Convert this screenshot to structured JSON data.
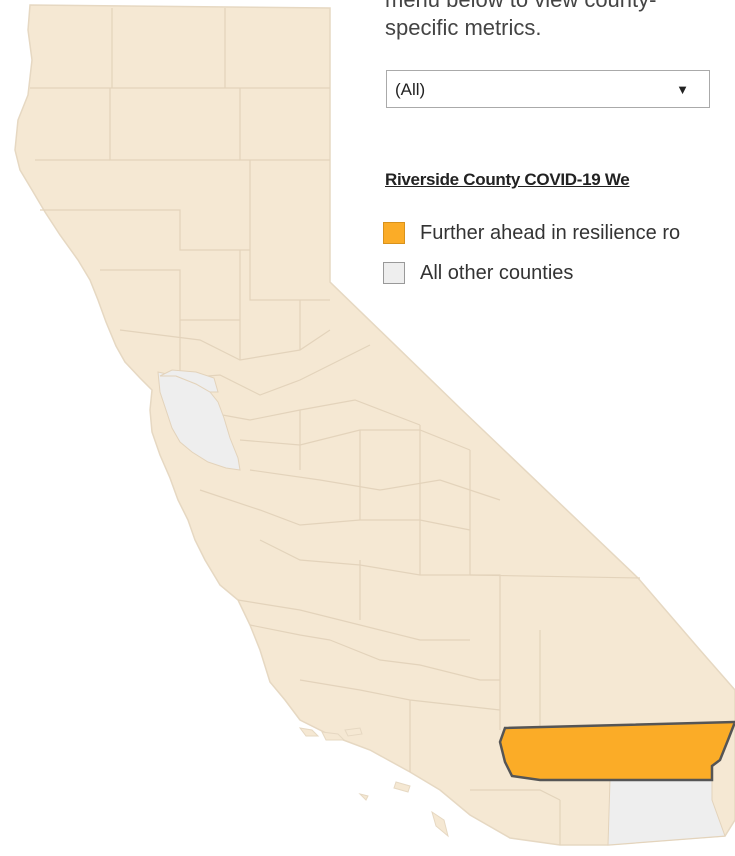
{
  "intro": {
    "line1": "menu below to view county-",
    "line2": "specific metrics."
  },
  "county_select": {
    "selected": "(All)"
  },
  "legend": {
    "title": "Riverside County COVID-19 We",
    "items": [
      {
        "label": "Further ahead in resilience ro",
        "color": "#FBAC27"
      },
      {
        "label": "All other counties",
        "color": "#EEEEEE"
      }
    ]
  },
  "map": {
    "base_fill": "#F5E8D3",
    "border_color": "#E6D8C2",
    "highlight_fill": "#FBAC27",
    "highlight_stroke": "#555555",
    "other_fill": "#EEEEEE",
    "highlighted_county": "Riverside"
  }
}
